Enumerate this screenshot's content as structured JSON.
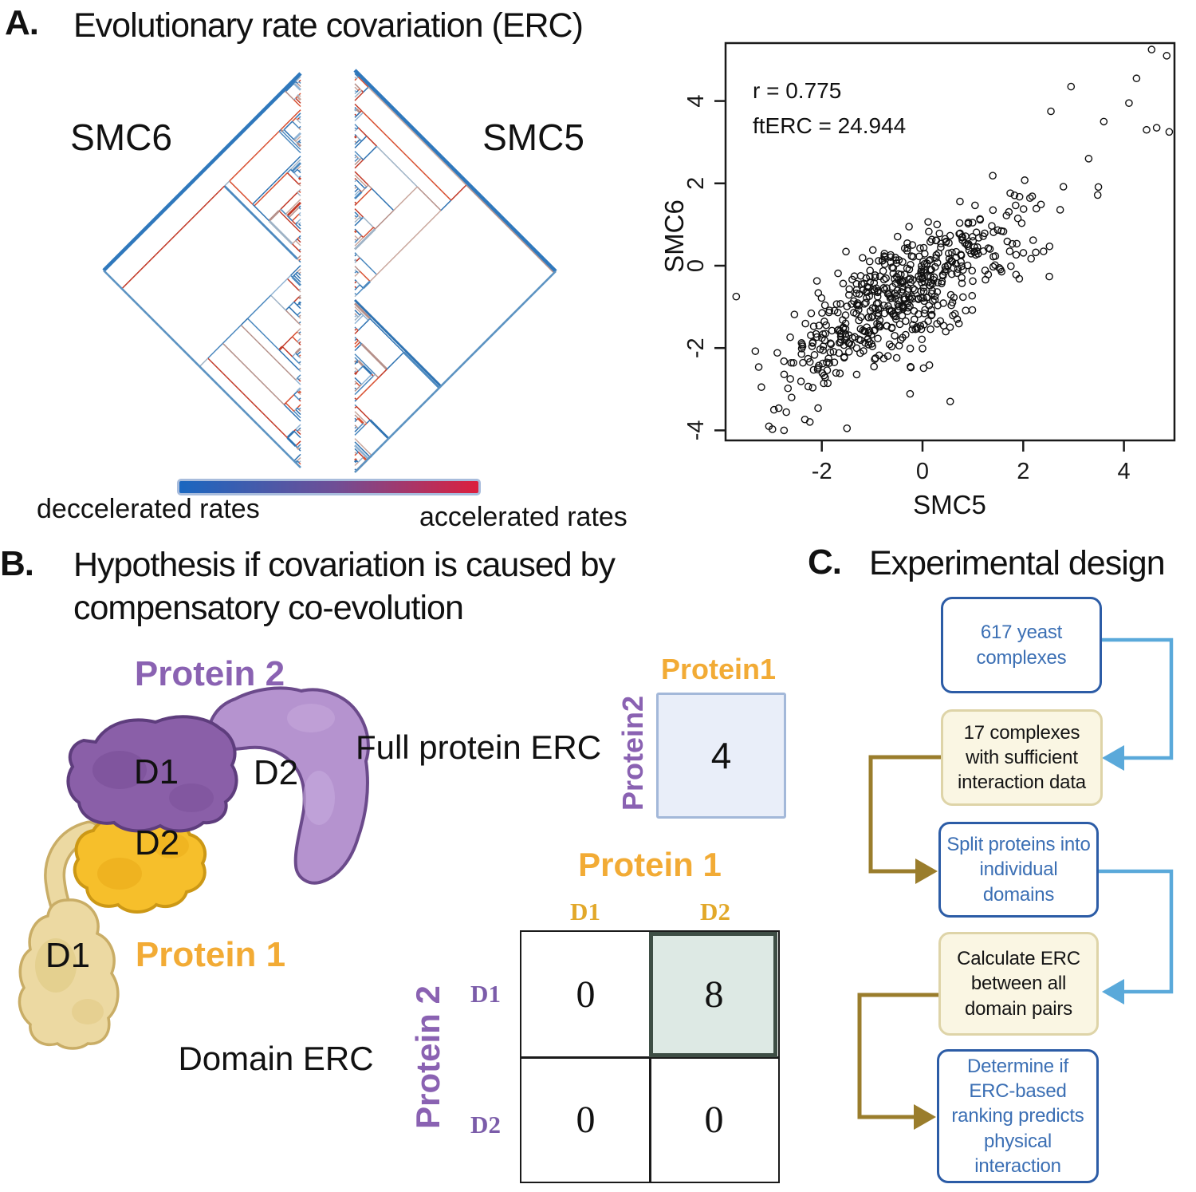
{
  "colors": {
    "legend_border": "#a8bcdc",
    "legend_blue": "#1a67c0",
    "legend_purple": "#6f4e96",
    "legend_red": "#dc1f3e",
    "tree_blue": "#2f73b2",
    "tree_red": "#c23a28",
    "gold_title": "#f2ab35",
    "gold_matrix": "#e2a829",
    "purple_title": "#8a62b2",
    "purple_matrix": "#7b5ca9",
    "full_erc_fill": "#e9eef9",
    "full_erc_border": "#a3b8d9",
    "highlight_fill": "#dde9e4",
    "highlight_border": "#3e4e45",
    "flow_blue_border": "#2c5ca6",
    "flow_blue_text": "#3b6fb4",
    "flow_cream_fill": "#faf6e3",
    "flow_cream_border": "#ded4a8",
    "arrow_olive": "#9a7d2c",
    "arrow_blue": "#5aa9da"
  },
  "panelA": {
    "label": "A.",
    "title": "Evolutionary rate covariation (ERC)",
    "tree_left_label": "SMC6",
    "tree_right_label": "SMC5",
    "legend_left": "deccelerated rates",
    "legend_right": "accelerated rates",
    "scatter": {
      "r_text": "r = 0.775",
      "fterc_text": "ftERC = 24.944",
      "xlabel": "SMC5",
      "ylabel": "SMC6",
      "x_ticks": [
        -2,
        0,
        2,
        4
      ],
      "y_ticks": [
        -4,
        -2,
        0,
        2,
        4
      ]
    }
  },
  "chart_data": {
    "type": "scatter",
    "xlabel": "SMC5",
    "ylabel": "SMC6",
    "xlim": [
      -3.9,
      5.0
    ],
    "ylim": [
      -4.2,
      5.4
    ],
    "x_ticks": [
      -2,
      0,
      2,
      4
    ],
    "y_ticks": [
      -4,
      -2,
      0,
      2,
      4
    ],
    "annotations": [
      "r = 0.775",
      "ftERC = 24.944"
    ],
    "pearson_r": 0.775,
    "fterc": 24.944,
    "n_points_approx": 560,
    "marker": "open-circle",
    "cluster_center": [
      -0.5,
      -1.0
    ],
    "note": "positively correlated point cloud of branch-rate values; individual points estimated"
  },
  "panelB": {
    "label": "B.",
    "title_line1": "Hypothesis if covariation is caused by",
    "title_line2": "compensatory co-evolution",
    "protein2_label": "Protein 2",
    "protein1_label": "Protein 1",
    "p2_d1": "D1",
    "p2_d2": "D2",
    "p1_d2": "D2",
    "p1_d1": "D1",
    "full_erc": {
      "caption": "Full protein ERC",
      "col_label": "Protein1",
      "row_label": "Protein2",
      "value": "4"
    },
    "domain_erc": {
      "caption": "Domain ERC",
      "col_title": "Protein 1",
      "row_title": "Protein 2",
      "col_headers": [
        "D1",
        "D2"
      ],
      "row_headers": [
        "D1",
        "D2"
      ],
      "values": [
        [
          "0",
          "8"
        ],
        [
          "0",
          "0"
        ]
      ],
      "highlighted_cell": {
        "row": 0,
        "col": 1
      }
    }
  },
  "panelC": {
    "label": "C.",
    "title": "Experimental design",
    "boxes": [
      {
        "text": "617 yeast complexes",
        "style": "blue"
      },
      {
        "text": "17 complexes with sufficient interaction data",
        "style": "cream"
      },
      {
        "text": "Split proteins into individual domains",
        "style": "blue"
      },
      {
        "text": "Calculate ERC between all domain pairs",
        "style": "cream"
      },
      {
        "text": "Determine if ERC-based ranking predicts physical interaction",
        "style": "blue"
      }
    ]
  }
}
